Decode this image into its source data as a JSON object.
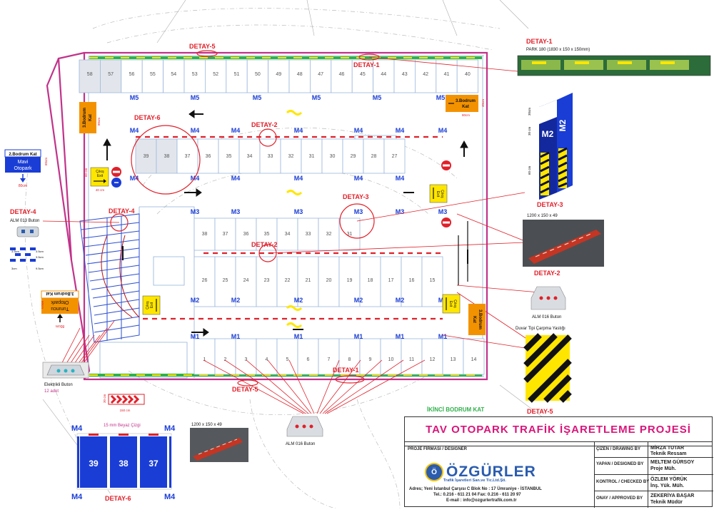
{
  "colors": {
    "magenta": "#c2328b",
    "red": "#e1202a",
    "blue": "#1a3dd6",
    "orange": "#f39200",
    "yellow": "#ffe600",
    "green": "#2fb14a",
    "darkblue": "#13289c"
  },
  "top_spots": [
    "58",
    "57",
    "56",
    "55",
    "54",
    "53",
    "52",
    "51",
    "50",
    "49",
    "48",
    "47",
    "46",
    "45",
    "44",
    "43",
    "42",
    "41",
    "40"
  ],
  "mid_upper_spots": [
    "39",
    "38",
    "37",
    "36",
    "35",
    "34",
    "33",
    "32",
    "31",
    "30",
    "29",
    "28",
    "27"
  ],
  "mid_lower_upper_spots": [
    "38",
    "37",
    "36",
    "35",
    "34",
    "33",
    "32",
    "31"
  ],
  "mid_lower_spots": [
    "26",
    "25",
    "24",
    "23",
    "22",
    "21",
    "20",
    "19",
    "18",
    "17",
    "16",
    "15"
  ],
  "bottom_spots": [
    "1",
    "2",
    "3",
    "4",
    "5",
    "6",
    "7",
    "8",
    "9",
    "10",
    "11",
    "12",
    "13",
    "14"
  ],
  "markers": {
    "m1": "M1",
    "m2": "M2",
    "m3": "M3",
    "m4": "M4",
    "m5": "M5"
  },
  "details": {
    "d1": "DETAY-1",
    "d2": "DETAY-2",
    "d3": "DETAY-3",
    "d4": "DETAY-4",
    "d5": "DETAY-5",
    "d6": "DETAY-6"
  },
  "detail1_caption": "PARK 180 (1830 x 150 x 150mm)",
  "detail2_caption": "1200 x 150 x 49",
  "detail6_caption": "1200 x 150 x 49",
  "detail4_caption": "ALM 013 Buton",
  "alm016_a": "ALM 016 Buton",
  "alm016_b": "ALM 016 Buton",
  "bumper_caption": "Duvar Tipi Çarpma Yastığı",
  "elektrikli": "Elektrikli Buton",
  "elektrikli_count": "12 adet",
  "level_sign": {
    "title": "2.Bodrum Kat",
    "line1": "Mavi",
    "line2": "Otopark",
    "dim": "80cm",
    "dim_v": "60cm"
  },
  "exit_sign": {
    "line1": "3.Bodrum",
    "line2": "Kat"
  },
  "exit_sign_dim": "80cm",
  "exit_sign_dim_v": "40cm",
  "turuncu_sign": {
    "title": "3.Bodrum Kat",
    "line1": "Turuncu",
    "line2": "Otopark",
    "dim": "80cm",
    "dim_v": "60cm"
  },
  "cikis": {
    "l1": "Çıkış",
    "l2": "Exit",
    "dim": "40 cm",
    "dim_v": "60 cm"
  },
  "floor_label": "İKİNCİ BODRUM KAT",
  "chevron_dims": {
    "w": "150 cm",
    "h": "30 cm"
  },
  "col_dims": {
    "a": "30cm",
    "b": "30 cm",
    "c": "60 cm"
  },
  "d4_dims": {
    "a": "3.5cm",
    "b": "3.5cm",
    "c": "3.5cm",
    "d": "9.5cm",
    "e": "3cm"
  },
  "d6_spots": [
    "39",
    "38",
    "37"
  ],
  "d6_line": "15 mm Beyaz Çizgi",
  "title_block": {
    "title": "TAV  OTOPARK TRAFİK İŞARETLEME  PROJESİ",
    "firm_label": "PROJE FİRMASI / DESIGNER",
    "drawn_label": "ÇİZEN / DRAWING BY",
    "drawn_name": "MİRZA TUTAR",
    "drawn_title": "Teknik Ressam",
    "designed_label": "YAPAN / DESIGNED BY",
    "designed_name": "MELTEM GÜRSOY",
    "designed_title": "Proje Müh.",
    "checked_label": "KONTROL / CHECKED BY",
    "checked_name": "ÖZLEM YÖRÜK",
    "checked_title": "İnş. Yük. Müh.",
    "approved_label": "ONAY / APPROVED BY",
    "approved_name": "ZEKERİYA BAŞAR",
    "approved_title": "Teknik Müdür",
    "company": "ÖZGÜRLER",
    "company_sub": "Trafik İşaretleri San.ve Tic.Ltd.Şti.",
    "address": "Adres; Yeni İstanbul Çarşısı  C Blok No : 17  Ümraniye - İSTANBUL",
    "phone": "Tel.: 0.216 - 611 21 04   Fax: 0.216 - 611 20 97",
    "email": "E-mail : info@ozgurlertrafik.com.tr"
  }
}
